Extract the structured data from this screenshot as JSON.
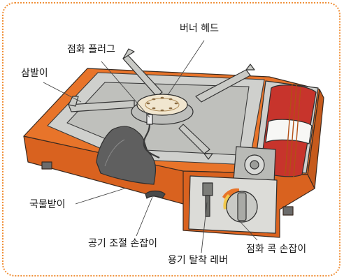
{
  "labels": {
    "burner_head": "버너 헤드",
    "igniter_plug": "점화 플러그",
    "trivet": "삼발이",
    "drip_tray": "국물받이",
    "air_control_knob": "공기 조절 손잡이",
    "canister_release_lever": "용기 탈착 레버",
    "ignition_knob": "점화 콕 손잡이"
  },
  "colors": {
    "frame_border": "#f0913a",
    "body_orange": "#e8742a",
    "body_orange_dark": "#c65a1c",
    "top_plate": "#cfd0cd",
    "tray_dark": "#5f5f5f",
    "canister_red": "#c7342c",
    "burner_cream": "#f1e6cf"
  }
}
